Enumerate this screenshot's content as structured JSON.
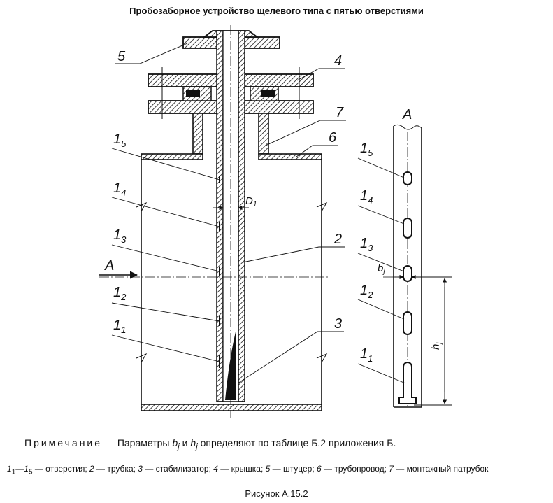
{
  "title": "Пробозаборное устройство щелевого типа с пятью отверстиями",
  "labels": {
    "p5": "5",
    "p4": "4",
    "p7": "7",
    "p6": "6",
    "p2": "2",
    "p3": "3",
    "hole": "1",
    "hole_subs": [
      "5",
      "4",
      "3",
      "2",
      "1"
    ],
    "section": "A",
    "arrow": "A",
    "d": "D",
    "d_sub": "1",
    "b": "b",
    "b_sub": "j",
    "h": "h",
    "h_sub": "j"
  },
  "note": {
    "prefix": "Примечание",
    "text_a": " — Параметры ",
    "b": "b",
    "b_sub": "j",
    "and": " и ",
    "h": "h",
    "h_sub": "j",
    "text_b": " определяют по таблице Б.2 приложения Б."
  },
  "legend": {
    "range_a": "1",
    "range_a_sub": "1",
    "dash": "—",
    "range_b": "1",
    "range_b_sub": "5",
    "items": [
      " — отверстия; ",
      "2",
      " — трубка; ",
      "3",
      " — стабилизатор; ",
      "4",
      " — крышка; ",
      "5",
      " — штуцер; ",
      "6",
      " — трубопровод; ",
      "7",
      " — монтажный патрубок"
    ]
  },
  "caption": "Рисунок А.15.2"
}
